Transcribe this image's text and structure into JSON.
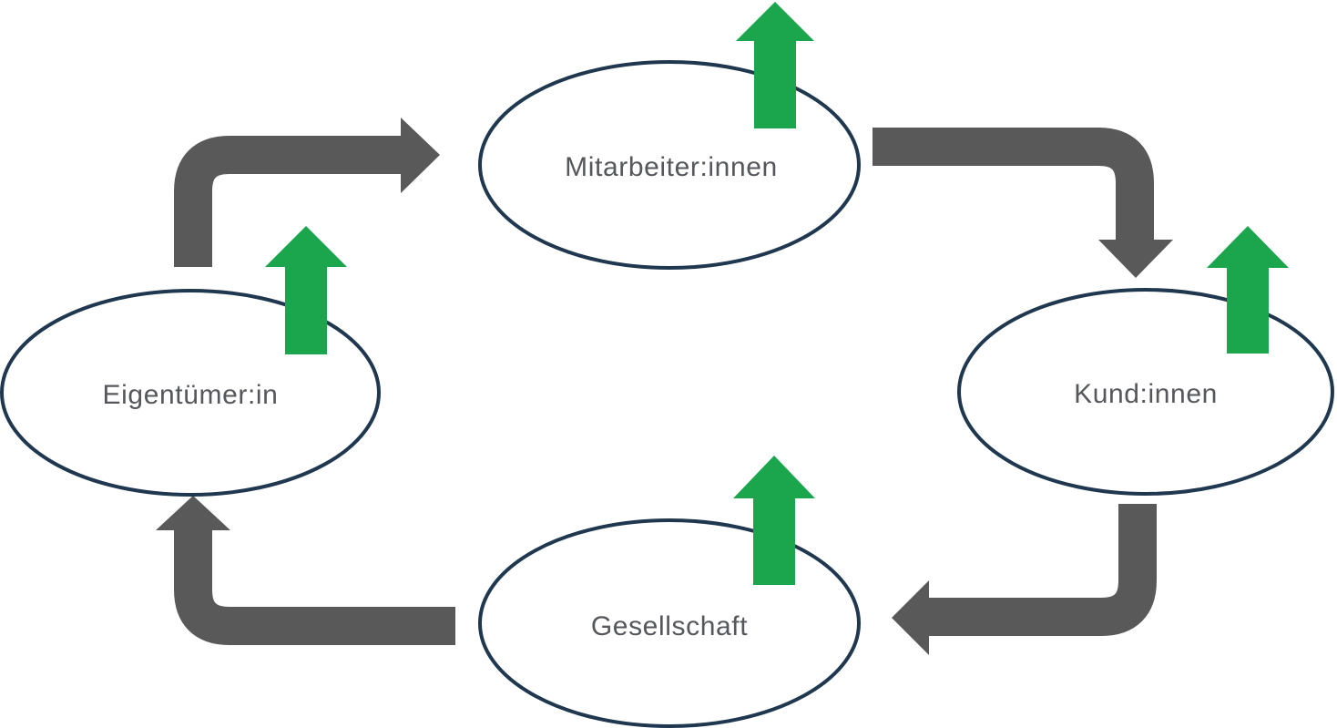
{
  "diagram": {
    "type": "cycle",
    "background_color": "#ffffff",
    "colors": {
      "node_outline": "#1f3850",
      "label_text": "#55575c",
      "flow_arrow_gray": "#595959",
      "growth_arrow_green": "#1ba64e"
    },
    "nodes": [
      {
        "id": "employees",
        "label": "Mitarbeiter:innen",
        "position": "top",
        "icon": "growth-up-arrow-icon"
      },
      {
        "id": "customers",
        "label": "Kund:innen",
        "position": "right",
        "icon": "growth-up-arrow-icon"
      },
      {
        "id": "society",
        "label": "Gesellschaft",
        "position": "bottom",
        "icon": "growth-up-arrow-icon"
      },
      {
        "id": "owner",
        "label": "Eigentümer:in",
        "position": "left",
        "icon": "growth-up-arrow-icon"
      }
    ],
    "flows": [
      {
        "from": "Eigentümer:in",
        "to": "Mitarbeiter:innen",
        "arrowhead": "right"
      },
      {
        "from": "Mitarbeiter:innen",
        "to": "Kund:innen",
        "arrowhead": "down"
      },
      {
        "from": "Kund:innen",
        "to": "Gesellschaft",
        "arrowhead": "left"
      },
      {
        "from": "Gesellschaft",
        "to": "Eigentümer:in",
        "arrowhead": "up"
      }
    ]
  }
}
